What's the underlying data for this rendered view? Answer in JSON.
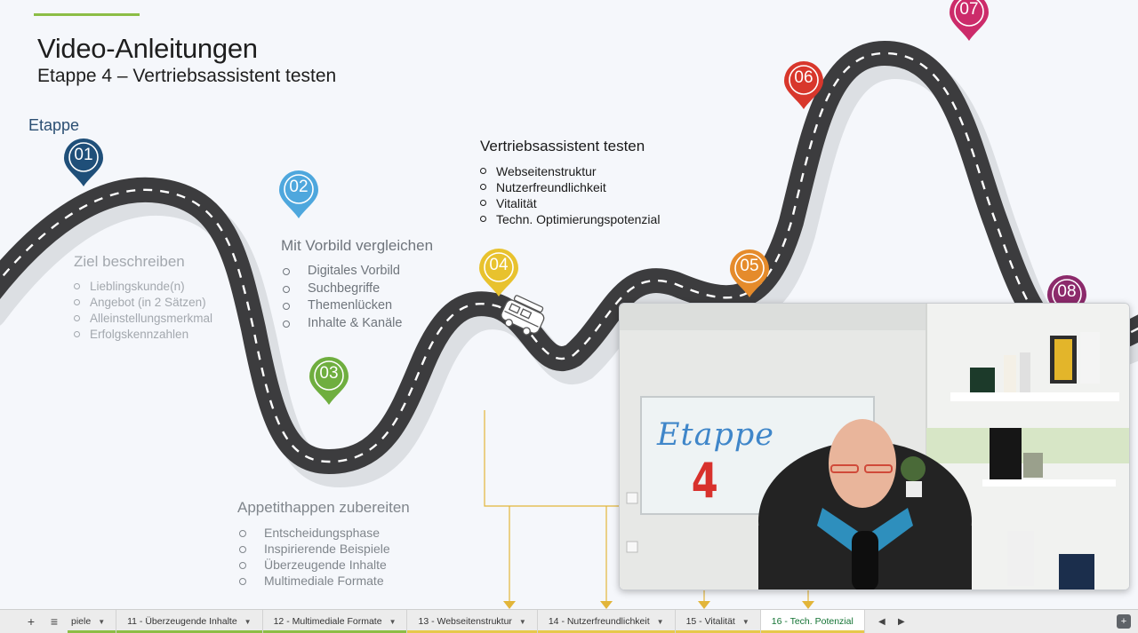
{
  "slide": {
    "title": "Video-Anleitungen",
    "subtitle": "Etappe 4 – Vertriebsassistent testen",
    "etappe_label": "Etappe"
  },
  "pins": [
    {
      "num": "01",
      "color": "#1f4f79"
    },
    {
      "num": "02",
      "color": "#4ea7dd"
    },
    {
      "num": "03",
      "color": "#6fae3f"
    },
    {
      "num": "04",
      "color": "#e8c22e"
    },
    {
      "num": "05",
      "color": "#e58b2b"
    },
    {
      "num": "06",
      "color": "#d8372c"
    },
    {
      "num": "07",
      "color": "#cc2b6a"
    },
    {
      "num": "08",
      "color": "#8c2a6b"
    }
  ],
  "stages": {
    "s1": {
      "head": "Ziel beschreiben",
      "items": [
        "Lieblingskunde(n)",
        "Angebot (in 2 Sätzen)",
        "Alleinstellungsmerkmal",
        "Erfolgskennzahlen"
      ]
    },
    "s2": {
      "head": "Mit Vorbild vergleichen",
      "items": [
        "Digitales Vorbild",
        "Suchbegriffe",
        "Themenlücken",
        "Inhalte & Kanäle"
      ]
    },
    "s3": {
      "head": "Appetithappen zubereiten",
      "items": [
        "Entscheidungsphase",
        "Inspirierende Beispiele",
        "Überzeugende Inhalte",
        "Multimediale Formate"
      ]
    },
    "s4": {
      "head": "Vertriebsassistent testen",
      "items": [
        "Webseitenstruktur",
        "Nutzerfreundlichkeit",
        "Vitalität",
        "Techn. Optimierungspotenzial"
      ]
    }
  },
  "webcam": {
    "whiteboard_text": "Etappe",
    "whiteboard_number": "4"
  },
  "tabbar": {
    "add_icon": "plus-icon",
    "list_icon": "sheet-list-icon",
    "tabs": [
      {
        "label": "piele",
        "bar": "#8cbd45",
        "active": false
      },
      {
        "label": "11 - Überzeugende Inhalte",
        "bar": "#8cbd45",
        "active": false
      },
      {
        "label": "12 - Multimediale Formate",
        "bar": "#8cbd45",
        "active": false
      },
      {
        "label": "13 - Webseitenstruktur",
        "bar": "#e6c84b",
        "active": false
      },
      {
        "label": "14 - Nutzerfreundlichkeit",
        "bar": "#e6c84b",
        "active": false
      },
      {
        "label": "15 - Vitalität",
        "bar": "#e6c84b",
        "active": false
      },
      {
        "label": "16 - Tech. Potenzial",
        "bar": "#e6c84b",
        "active": true
      }
    ]
  }
}
